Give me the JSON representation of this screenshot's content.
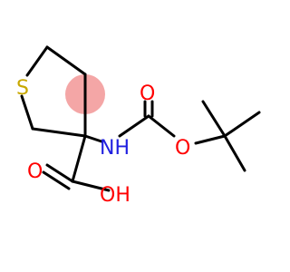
{
  "molecule": {
    "atoms": {
      "sulfur": "S",
      "nh": "NH",
      "carbonyl_oxygen_carbamate": "O",
      "ester_oxygen": "O",
      "carbonyl_oxygen_acid": "O",
      "hydroxyl": "OH"
    },
    "colors": {
      "bond": "#000000",
      "sulfur": "#c8a800",
      "nitrogen": "#2020e0",
      "oxygen": "#ff0000",
      "highlight": "#f4a6a6"
    }
  }
}
